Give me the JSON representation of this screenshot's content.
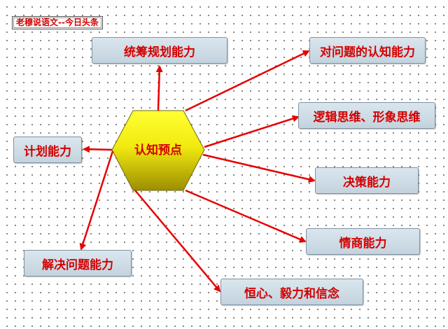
{
  "watermark": "老穆说语文--今日头条",
  "center": {
    "label": "认知预点",
    "fill_top": "#ffff33",
    "fill_bottom": "#9c8e00"
  },
  "nodes": [
    {
      "id": "overall-planning",
      "label": "统筹规划能力"
    },
    {
      "id": "problem-cognition",
      "label": "对问题的认知能力"
    },
    {
      "id": "logical-thinking",
      "label": "逻辑思维、形象思维"
    },
    {
      "id": "decision",
      "label": "决策能力"
    },
    {
      "id": "emotional",
      "label": "情商能力"
    },
    {
      "id": "perseverance",
      "label": "恒心、毅力和信念"
    },
    {
      "id": "problem-solving",
      "label": "解决问题能力"
    },
    {
      "id": "planning",
      "label": "计划能力"
    }
  ],
  "colors": {
    "arrow": "#e60000",
    "text": "#d40000",
    "box_fill": "#cfdde7",
    "box_border": "#7e93a3"
  }
}
